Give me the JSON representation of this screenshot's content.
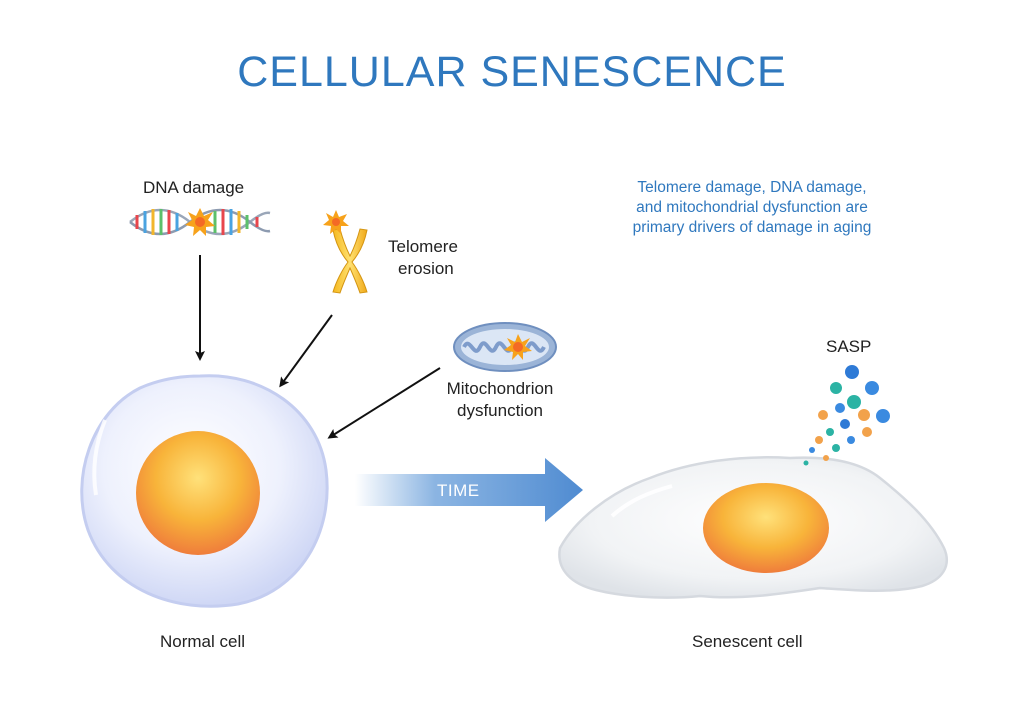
{
  "title": "CELLULAR SENESCENCE",
  "labels": {
    "dna_damage": "DNA damage",
    "telomere_line1": "Telomere",
    "telomere_line2": "erosion",
    "mito_line1": "Mitochondrion",
    "mito_line2": "dysfunction",
    "note_line1": "Telomere damage, DNA damage,",
    "note_line2": "and mitochondrial dysfunction are",
    "note_line3": "primary drivers of damage in aging",
    "sasp": "SASP",
    "time": "TIME",
    "normal_cell": "Normal cell",
    "senescent_cell": "Senescent cell"
  },
  "colors": {
    "title": "#2f78be",
    "note": "#2f78be",
    "cell_membrane": "#dfe6fb",
    "nucleus": "#f5a62a",
    "time_arrow": "#5a95d6"
  },
  "icons": [
    "dna-helix-icon",
    "chromosome-icon",
    "mitochondrion-icon",
    "damage-burst-icon",
    "sasp-particles-icon"
  ]
}
